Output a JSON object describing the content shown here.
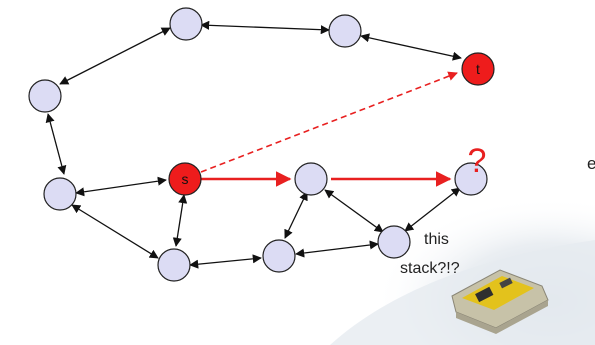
{
  "diagram": {
    "node_labels": {
      "s": "s",
      "t": "t"
    },
    "question_mark": "?",
    "text_fragments": {
      "left_edge_char": "e",
      "line1": "this",
      "line2": "stack?!?"
    },
    "colors": {
      "node_fill": "#dcdcf4",
      "node_stroke": "#222222",
      "highlight_fill": "#ee1c1c",
      "red_edge": "#e82020",
      "edge": "#111111"
    },
    "device_image": "sensor-board-on-snow"
  }
}
